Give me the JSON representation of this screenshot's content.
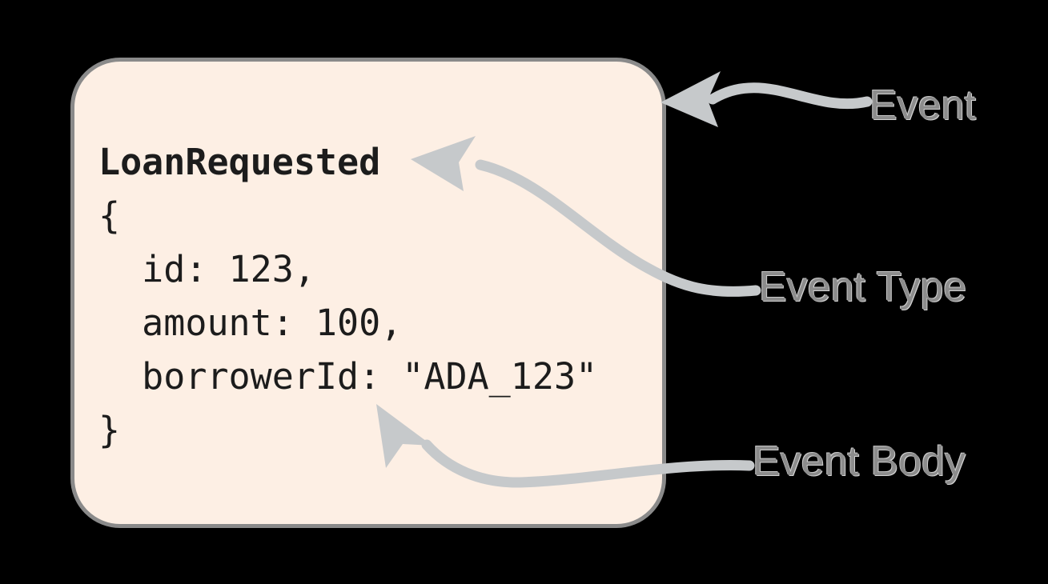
{
  "diagram": {
    "title": "Event anatomy diagram",
    "background_color": "#000000"
  },
  "card": {
    "name": "event-card",
    "fill_color": "#FDEFE4",
    "border_color": "#8A8A8A",
    "code_text": "LoanRequested\n{\n  id: 123,\n  amount: 100,\n  borrowerId: \"ADA_123\"\n}",
    "event_type": "LoanRequested",
    "body_lines": [
      "{",
      "  id: 123,",
      "  amount: 100,",
      "  borrowerId: \"ADA_123\"",
      "}"
    ],
    "fields": [
      {
        "key": "id",
        "value": "123"
      },
      {
        "key": "amount",
        "value": "100"
      },
      {
        "key": "borrowerId",
        "value": "\"ADA_123\""
      }
    ]
  },
  "annotations": {
    "color": "#8C8C8C",
    "arrow_color": "#C6C9CB",
    "items": [
      {
        "label": "Event",
        "target": "event-card"
      },
      {
        "label": "Event Type",
        "target": "event-type-text"
      },
      {
        "label": "Event Body",
        "target": "event-body-text"
      }
    ]
  }
}
